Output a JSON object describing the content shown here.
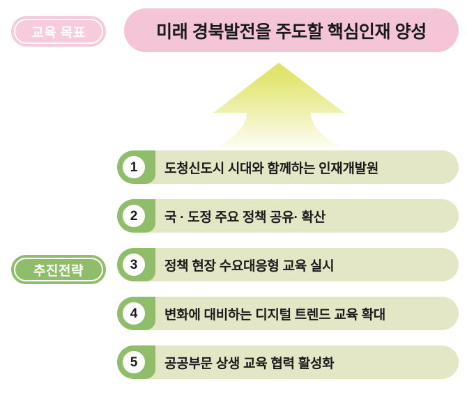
{
  "goal": {
    "badge_label": "교육 목표",
    "title": "미래 경북발전을 주도할 핵심인재 양성",
    "badge_color": "#f6cbdc",
    "title_bar_color": "#f3c5d7"
  },
  "arrow": {
    "direction": "up",
    "gradient_top_color": "#e2e571",
    "gradient_bottom_color": "#fbfce8"
  },
  "strategy": {
    "badge_label": "추진전략",
    "badge_color": "#8fbd6a",
    "row_color": "#e3e7c5",
    "cap_color": "#8fbd6a",
    "items": [
      {
        "number": "1",
        "text": "도청신도시 시대와 함께하는 인재개발원"
      },
      {
        "number": "2",
        "text": "국 · 도정 주요 정책 공유· 확산"
      },
      {
        "number": "3",
        "text": "정책 현장 수요대응형 교육 실시"
      },
      {
        "number": "4",
        "text": "변화에 대비하는 디지털 트렌드 교육 확대"
      },
      {
        "number": "5",
        "text": "공공부문 상생 교육 협력 활성화"
      }
    ]
  }
}
